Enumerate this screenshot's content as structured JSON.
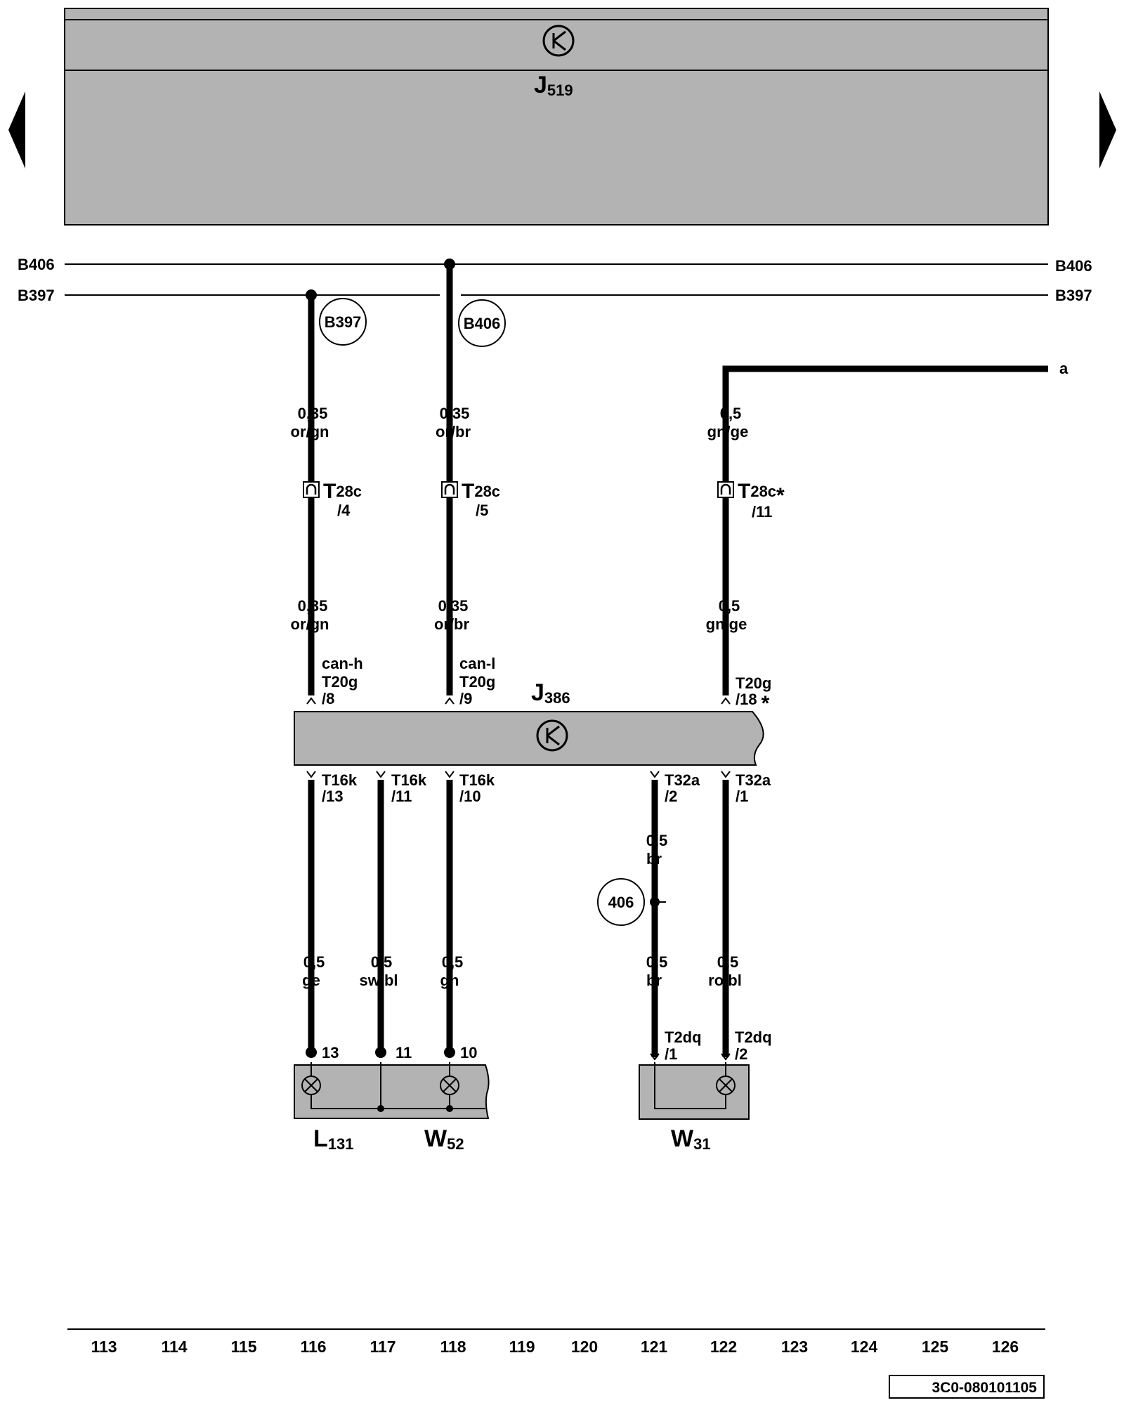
{
  "units": {
    "J519": {
      "letter": "J",
      "num": "519"
    },
    "J386": {
      "letter": "J",
      "num": "386"
    },
    "L131": {
      "letter": "L",
      "num": "131"
    },
    "W52": {
      "letter": "W",
      "num": "52"
    },
    "W31": {
      "letter": "W",
      "num": "31"
    }
  },
  "buses": {
    "B406": "B406",
    "B397": "B397",
    "a": "a"
  },
  "circle_labels": {
    "b397": "B397",
    "b406": "B406",
    "n406": "406"
  },
  "wires": {
    "w116_top_gauge": "0,35",
    "w116_top_color": "or/gn",
    "w116_mid_gauge": "0,35",
    "w116_mid_color": "or/gn",
    "w118_top_gauge": "0,35",
    "w118_top_color": "or/br",
    "w118_mid_gauge": "0,35",
    "w118_mid_color": "or/br",
    "w122_top_gauge": "0,5",
    "w122_top_color": "gn/ge",
    "w122_mid_gauge": "0,5",
    "w122_mid_color": "gn/ge",
    "w116_bot_gauge": "0,5",
    "w116_bot_color": "ge",
    "w117_bot_gauge": "0,5",
    "w117_bot_color": "sw/bl",
    "w118_bot_gauge": "0,5",
    "w118_bot_color": "gn",
    "w121_up_gauge": "0,5",
    "w121_up_color": "br",
    "w121_bot_gauge": "0,5",
    "w121_bot_color": "br",
    "w122_bot_gauge": "0,5",
    "w122_bot_color": "ro/bl"
  },
  "connectors": {
    "t28c_4": {
      "big": "T",
      "sub": "28c",
      "pin": "/4"
    },
    "t28c_5": {
      "big": "T",
      "sub": "28c",
      "pin": "/5"
    },
    "t28c_11": {
      "big": "T",
      "sub": "28c",
      "star": "*",
      "pin": "/11"
    },
    "can_h": {
      "sig": "can-h",
      "conn": "T20g",
      "pin": "/8"
    },
    "can_l": {
      "sig": "can-l",
      "conn": "T20g",
      "pin": "/9"
    },
    "t20g_18": {
      "conn": "T20g",
      "pin": "/18",
      "star": "*"
    },
    "t16k_13": {
      "conn": "T16k",
      "pin": "/13"
    },
    "t16k_11": {
      "conn": "T16k",
      "pin": "/11"
    },
    "t16k_10": {
      "conn": "T16k",
      "pin": "/10"
    },
    "t32a_2": {
      "conn": "T32a",
      "pin": "/2"
    },
    "t32a_1": {
      "conn": "T32a",
      "pin": "/1"
    },
    "t2dq_1": {
      "conn": "T2dq",
      "pin": "/1"
    },
    "t2dq_2": {
      "conn": "T2dq",
      "pin": "/2"
    }
  },
  "pins": {
    "p13": "13",
    "p11": "11",
    "p10": "10"
  },
  "ruler": [
    "113",
    "114",
    "115",
    "116",
    "117",
    "118",
    "119",
    "120",
    "121",
    "122",
    "123",
    "124",
    "125",
    "126"
  ],
  "doc_ref": "3C0-080101105",
  "colors": {
    "unit_fill": "#b3b3b3",
    "line": "#000000",
    "background": "#ffffff"
  }
}
